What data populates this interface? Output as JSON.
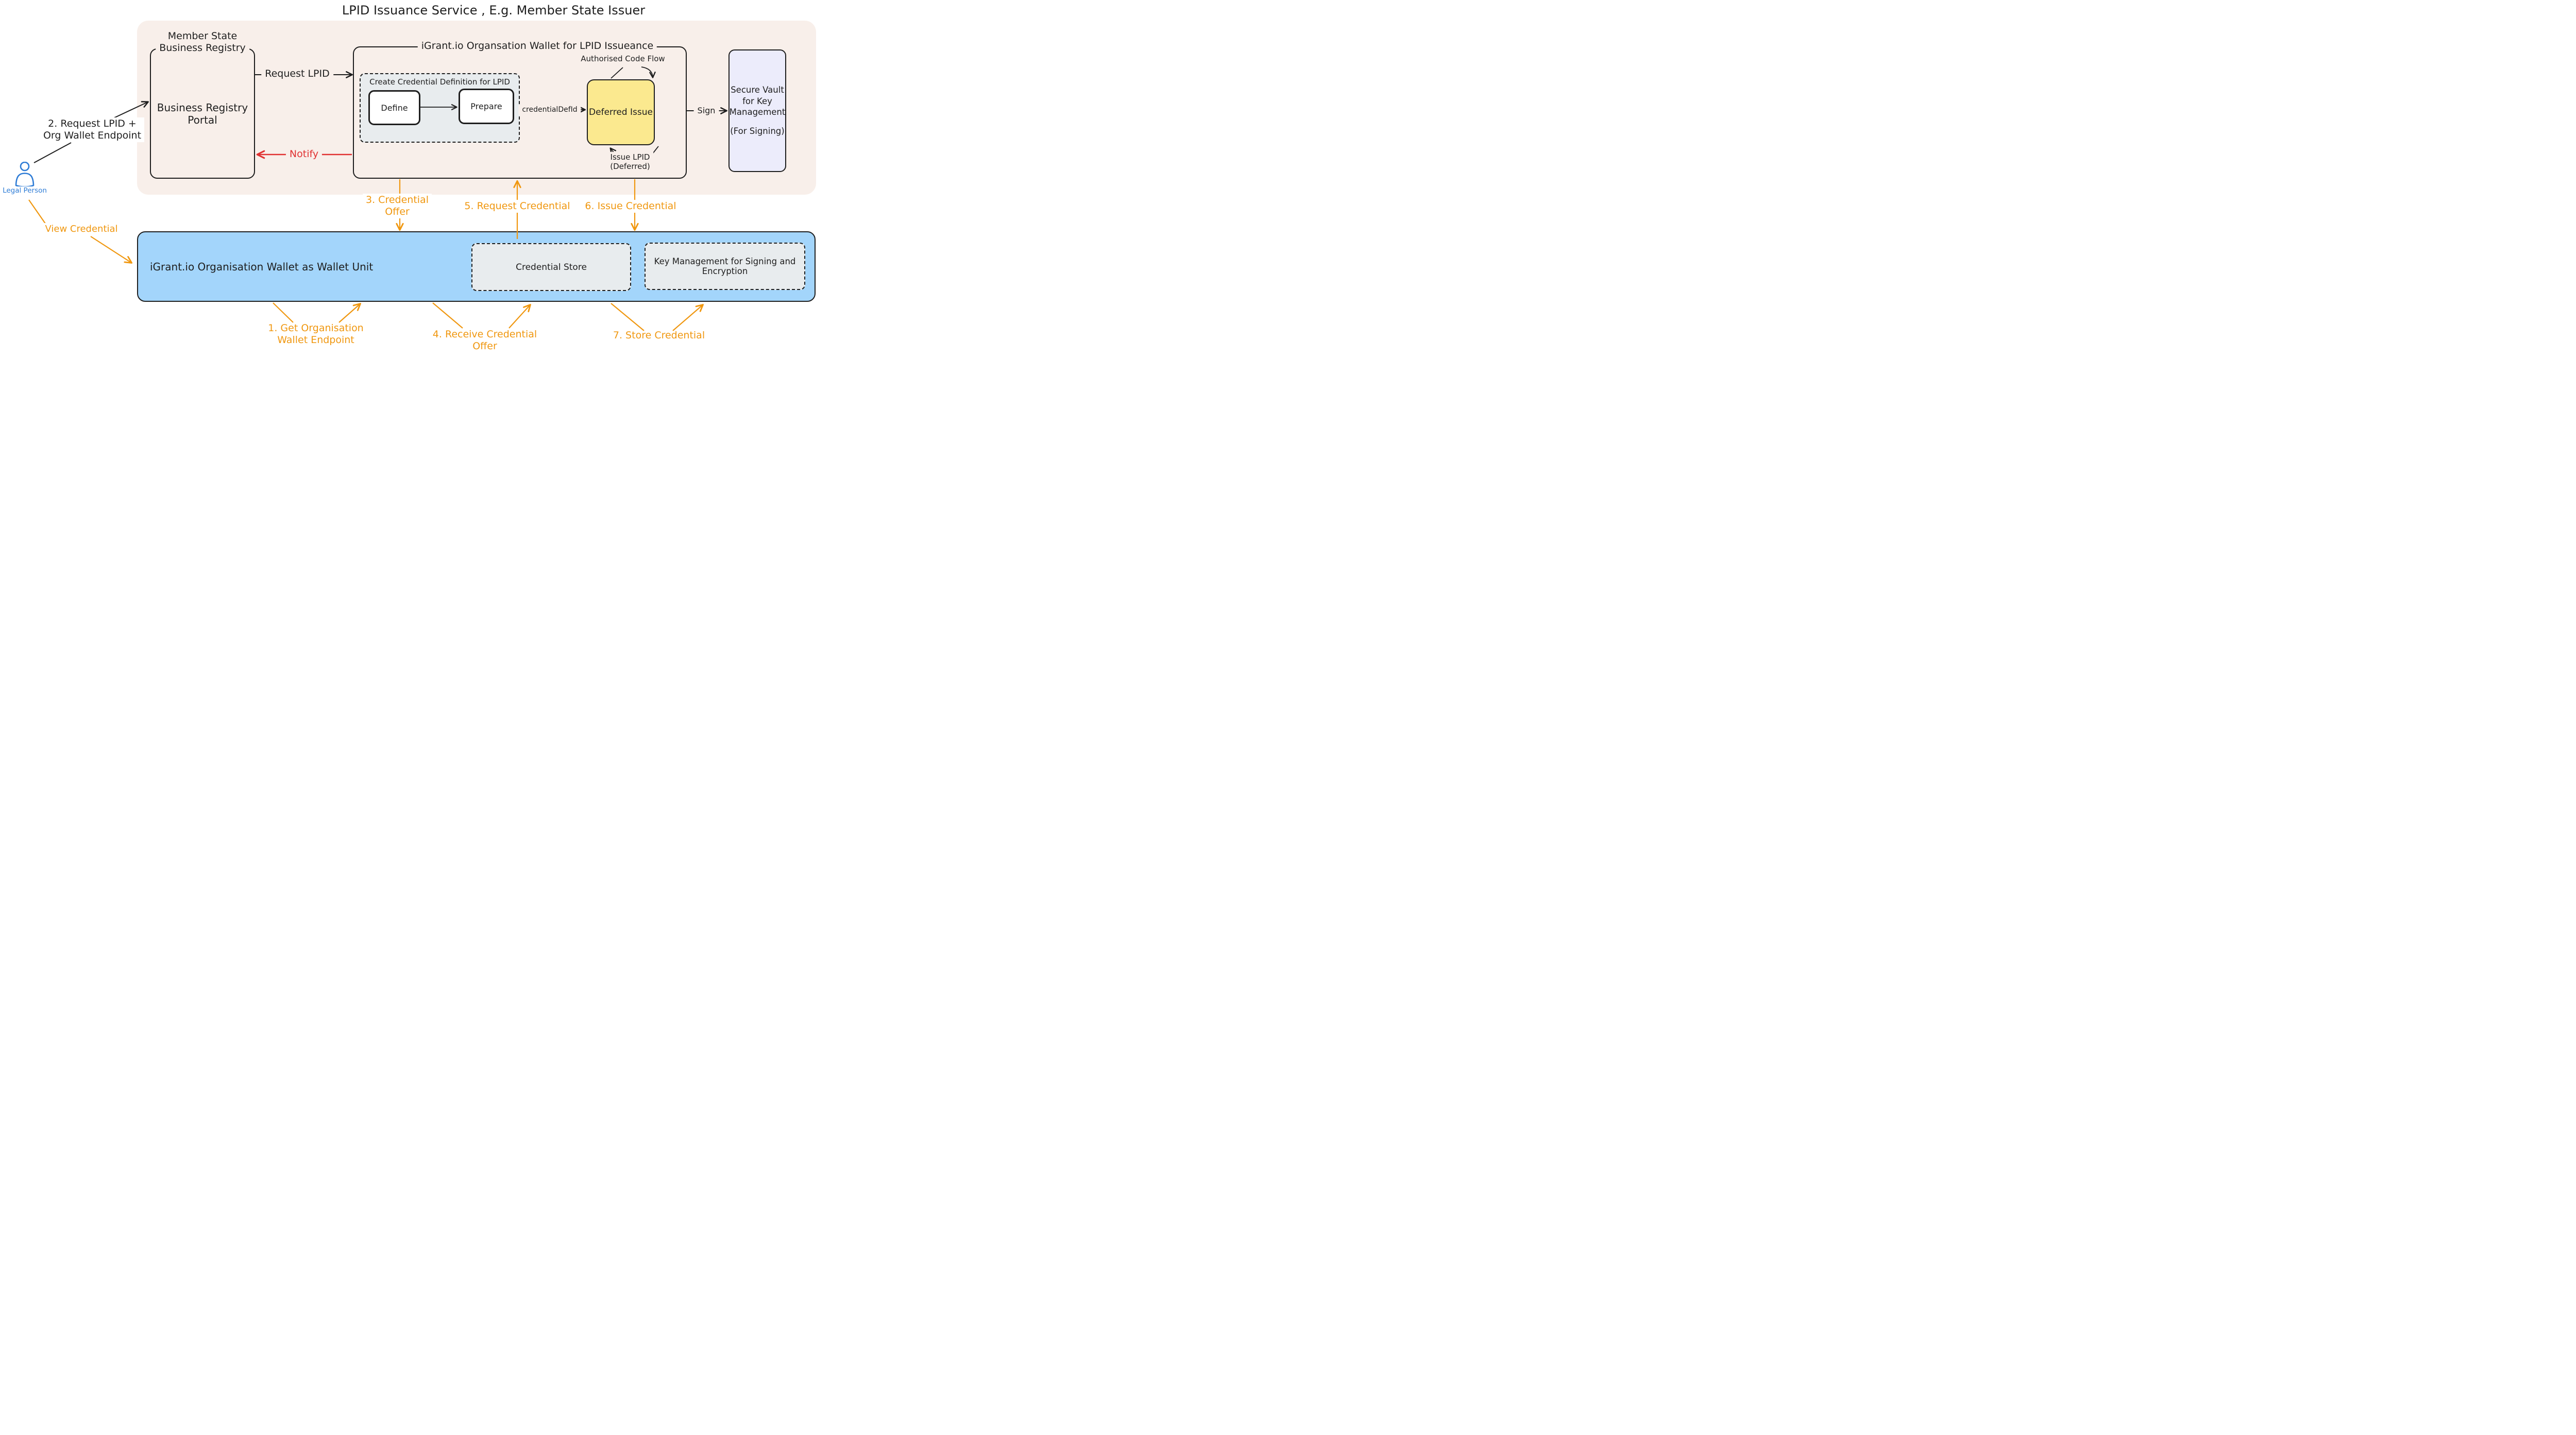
{
  "title": "LPID Issuance Service , E.g. Member State Issuer",
  "actor": {
    "label": "Legal Person"
  },
  "registry": {
    "heading": "Member State\nBusiness Registry",
    "portal": "Business Registry\nPortal"
  },
  "issuer_wallet": {
    "heading": "iGrant.io Organsation Wallet for LPID Issueance",
    "ccd": {
      "heading": "Create Credential Definition for LPID",
      "define": "Define",
      "prepare": "Prepare"
    },
    "deferred_issue": "Deferred Issue",
    "authorised_code_flow": "Authorised Code Flow",
    "issue_lpid": "Issue LPID\n(Deferred)"
  },
  "vault": {
    "line1": "Secure Vault\nfor Key\nManagement",
    "line2": "(For Signing)"
  },
  "wallet_unit": {
    "heading": "iGrant.io Organisation Wallet as Wallet Unit",
    "credential_store": "Credential Store",
    "key_management": "Key Management for Signing and\nEncryption"
  },
  "flows": {
    "request_lpid": "Request LPID",
    "notify": "Notify",
    "credential_def_id": "credentialDefId",
    "sign": "Sign",
    "view_credential": "View Credential",
    "step1": "1. Get Organisation\nWallet Endpoint",
    "step2": "2. Request LPID +\nOrg Wallet Endpoint",
    "step3": "3. Credential\nOffer",
    "step4": "4. Receive Credential\nOffer",
    "step5": "5. Request Credential",
    "step6": "6. Issue Credential",
    "step7": "7. Store Credential"
  },
  "colors": {
    "ink": "#1e1e1e",
    "pink": "#f8efea",
    "blue": "#a3d5fb",
    "yellow": "#fbe98f",
    "lavender": "#ececfb",
    "gray": "#e8ecee",
    "orange": "#f0970f",
    "red": "#e03131",
    "actor_blue": "#2e7cd6"
  }
}
